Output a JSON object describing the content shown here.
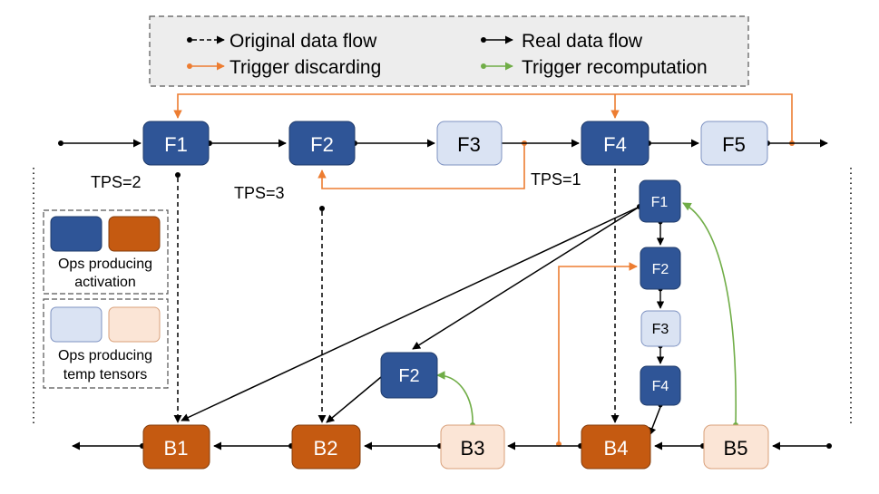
{
  "legend": {
    "original_flow": "Original data flow",
    "real_flow": "Real data flow",
    "trigger_discard": "Trigger discarding",
    "trigger_recompute": "Trigger recomputation"
  },
  "nodes": {
    "f1": "F1",
    "f2": "F2",
    "f3": "F3",
    "f4": "F4",
    "f5": "F5",
    "b1": "B1",
    "b2": "B2",
    "b3": "B3",
    "b4": "B4",
    "b5": "B5",
    "r_f1": "F1",
    "r_f2": "F2",
    "r_f3": "F3",
    "r_f4": "F4",
    "recomp_f2": "F2"
  },
  "tps": {
    "t1": "TPS=2",
    "t2": "TPS=3",
    "t3": "TPS=1"
  },
  "key": {
    "activation_line1": "Ops producing",
    "activation_line2": "activation",
    "temp_line1": "Ops producing",
    "temp_line2": "temp tensors"
  },
  "colors": {
    "activation_fwd": "#2f5597",
    "activation_bwd": "#c55a11",
    "temp_fwd": "#dae3f3",
    "temp_bwd": "#fbe5d6",
    "discard": "#ed7d31",
    "recompute": "#70ad47"
  }
}
